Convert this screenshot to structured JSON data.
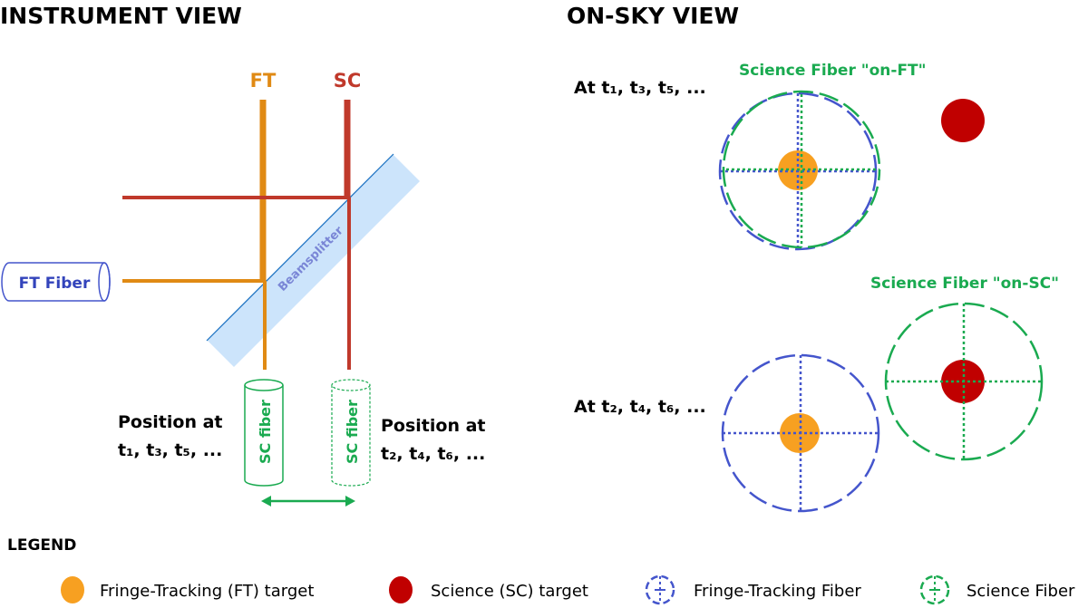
{
  "colors": {
    "ft": "#e08a14",
    "sc": "#c0392b",
    "ft_target": "#f7a021",
    "sc_target": "#c00000",
    "ft_fiber": "#4455cc",
    "sc_fiber": "#1aaa50",
    "beamsplitter": "#cce4fb"
  },
  "instrument": {
    "title": "INSTRUMENT VIEW",
    "ft_label": "FT",
    "sc_label": "SC",
    "ft_fiber": "FT Fiber",
    "beamsplitter": "Beamsplitter",
    "sc_fiber": "SC fiber",
    "pos1_line1": "Position at",
    "pos1_line2": "t₁, t₃, t₅, ...",
    "pos2_line1": "Position at",
    "pos2_line2": "t₂, t₄, t₆, ..."
  },
  "onsky": {
    "title": "ON-SKY VIEW",
    "time1": "At t₁, t₃, t₅, ...",
    "time2": "At t₂, t₄, t₆, ...",
    "label_on_ft": "Science Fiber \"on-FT\"",
    "label_on_sc": "Science Fiber \"on-SC\""
  },
  "legend": {
    "title": "LEGEND",
    "items": [
      {
        "label": "Fringe-Tracking (FT) target",
        "icon": "orange-dot"
      },
      {
        "label": "Science (SC) target",
        "icon": "red-dot"
      },
      {
        "label": "Fringe-Tracking Fiber",
        "icon": "blue-dashed-crosshair"
      },
      {
        "label": "Science Fiber",
        "icon": "green-dashed-crosshair"
      }
    ]
  }
}
